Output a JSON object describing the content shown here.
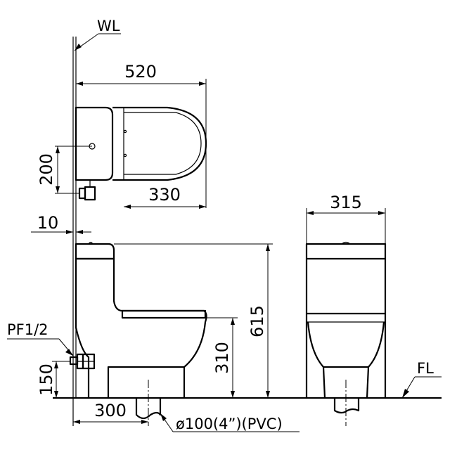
{
  "labels": {
    "wall_line": "WL",
    "floor_line": "FL",
    "inlet_fitting": "PF1/2",
    "outlet_pipe": "ø100(4”)(PVC)"
  },
  "dimensions": {
    "top_width": "520",
    "seat_depth": "330",
    "top_inlet_offset": "200",
    "wall_gap": "10",
    "total_height": "615",
    "seat_height": "310",
    "inlet_height": "150",
    "rough_in": "300",
    "front_width": "315"
  }
}
